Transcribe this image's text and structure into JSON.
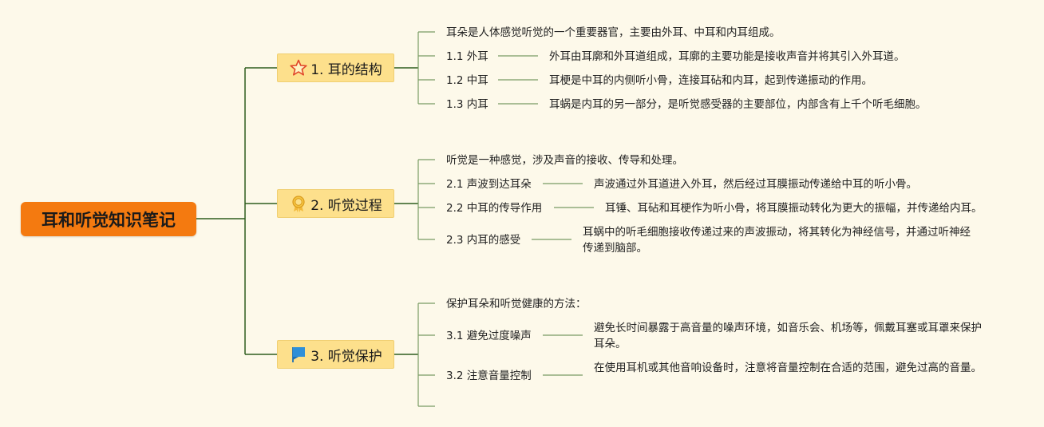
{
  "root": {
    "title": "耳和听觉知识笔记"
  },
  "colors": {
    "root": "#f47a10",
    "topic": "#fde08c",
    "line": "#2f5d1e",
    "background": "#fdf9ea"
  },
  "branches": [
    {
      "title": "1. 耳的结构",
      "icon": "star-icon",
      "intro": "耳朵是人体感觉听觉的一个重要器官，主要由外耳、中耳和内耳组成。",
      "items": [
        {
          "label": "1.1 外耳",
          "desc": "外耳由耳廓和外耳道组成，耳廓的主要功能是接收声音并将其引入外耳道。"
        },
        {
          "label": "1.2 中耳",
          "desc": "耳梗是中耳的内侧听小骨，连接耳砧和内耳，起到传递振动的作用。"
        },
        {
          "label": "1.3 内耳",
          "desc": "耳蜗是内耳的另一部分，是听觉感受器的主要部位，内部含有上千个听毛细胞。"
        }
      ]
    },
    {
      "title": "2. 听觉过程",
      "icon": "medal-icon",
      "intro": "听觉是一种感觉，涉及声音的接收、传导和处理。",
      "items": [
        {
          "label": "2.1 声波到达耳朵",
          "desc": "声波通过外耳道进入外耳，然后经过耳膜振动传递给中耳的听小骨。"
        },
        {
          "label": "2.2 中耳的传导作用",
          "desc": "耳锤、耳砧和耳梗作为听小骨，将耳膜振动转化为更大的振幅，并传递给内耳。"
        },
        {
          "label": "2.3 内耳的感受",
          "desc": "耳蜗中的听毛细胞接收传递过来的声波振动，将其转化为神经信号，并通过听神经传递到脑部。"
        }
      ]
    },
    {
      "title": "3. 听觉保护",
      "icon": "flag-icon",
      "intro": "保护耳朵和听觉健康的方法：",
      "items": [
        {
          "label": "3.1 避免过度噪声",
          "desc": "避免长时间暴露于高音量的噪声环境，如音乐会、机场等，佩戴耳塞或耳罩来保护耳朵。"
        },
        {
          "label": "3.2 注意音量控制",
          "desc": "在使用耳机或其他音响设备时，注意将音量控制在合适的范围，避免过高的音量。"
        }
      ]
    }
  ]
}
